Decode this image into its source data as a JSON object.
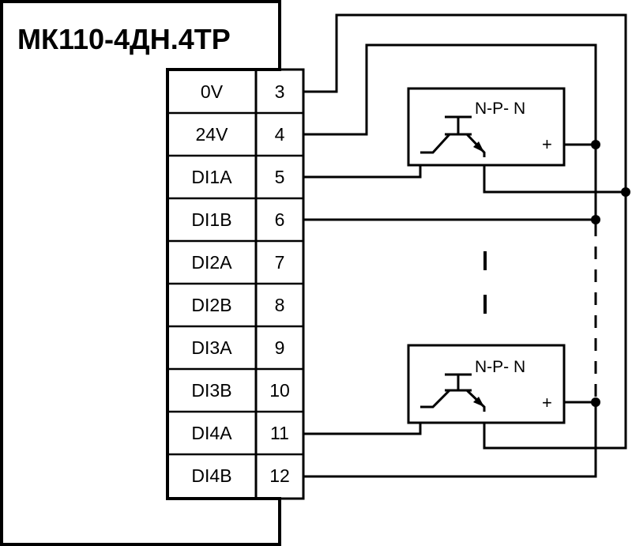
{
  "module": {
    "title": "МК110-4ДН.4ТР"
  },
  "terminals": [
    {
      "label": "0V",
      "number": "3"
    },
    {
      "label": "24V",
      "number": "4"
    },
    {
      "label": "DI1A",
      "number": "5"
    },
    {
      "label": "DI1B",
      "number": "6"
    },
    {
      "label": "DI2A",
      "number": "7"
    },
    {
      "label": "DI2B",
      "number": "8"
    },
    {
      "label": "DI3A",
      "number": "9"
    },
    {
      "label": "DI3B",
      "number": "10"
    },
    {
      "label": "DI4A",
      "number": "11"
    },
    {
      "label": "DI4B",
      "number": "12"
    }
  ],
  "sensors": [
    {
      "type_label": "N-P- N",
      "plus_label": "+"
    },
    {
      "type_label": "N-P- N",
      "plus_label": "+"
    }
  ]
}
